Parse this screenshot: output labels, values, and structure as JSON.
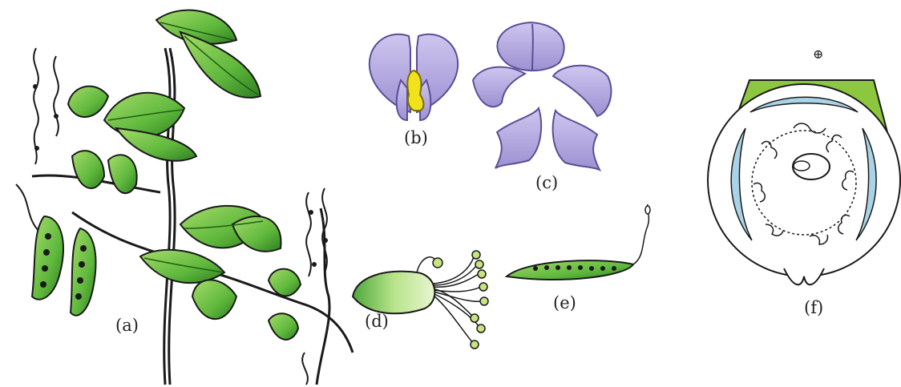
{
  "labels": {
    "a": "(a)",
    "b": "(b)",
    "c": "(c)",
    "d": "(d)",
    "e": "(e)",
    "f": "(f)"
  },
  "floral_diagram": {
    "symbol": "⊕"
  },
  "colors": {
    "leaf": "#6cc24a",
    "leaf_dark": "#2f7d22",
    "petal": "#b3a8de",
    "petal_edge": "#6b5fa8",
    "keel_highlight": "#f2e21c",
    "calyx": "#8dc63f",
    "corolla_ring": "#a9d3e6",
    "outline": "#1a1a1a"
  }
}
